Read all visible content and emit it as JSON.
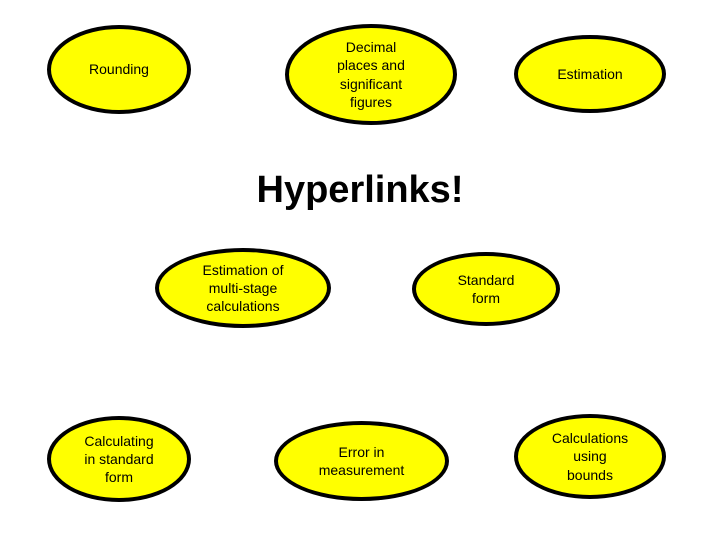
{
  "slide": {
    "title": "Hyperlinks!",
    "background_color": "#FFFFFF",
    "node_fill_color": "#FFFF00",
    "node_border_color": "#000000",
    "text_color": "#000000"
  },
  "nodes": [
    {
      "id": "rounding",
      "label": "Rounding"
    },
    {
      "id": "decimal-places",
      "label": "Decimal\nplaces and\nsignificant\nfigures"
    },
    {
      "id": "estimation",
      "label": "Estimation"
    },
    {
      "id": "estimation-multi",
      "label": "Estimation of\nmulti-stage\ncalculations"
    },
    {
      "id": "standard-form",
      "label": "Standard\nform"
    },
    {
      "id": "calculating-std",
      "label": "Calculating\nin standard\nform"
    },
    {
      "id": "error-measurement",
      "label": "Error in\nmeasurement"
    },
    {
      "id": "calculations-bounds",
      "label": "Calculations\nusing\nbounds"
    }
  ]
}
